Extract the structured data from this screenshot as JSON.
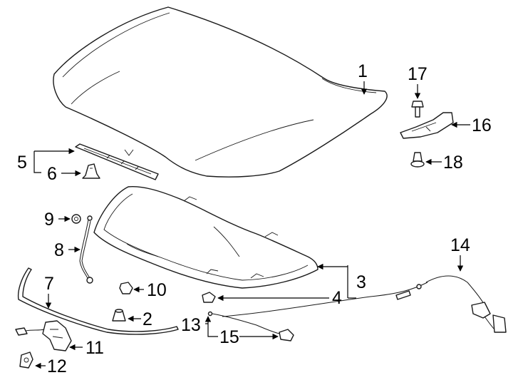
{
  "diagram": {
    "callouts": [
      {
        "key": "c1",
        "text": "1"
      },
      {
        "key": "c2",
        "text": "2"
      },
      {
        "key": "c3",
        "text": "3"
      },
      {
        "key": "c4",
        "text": "4"
      },
      {
        "key": "c5",
        "text": "5"
      },
      {
        "key": "c6",
        "text": "6"
      },
      {
        "key": "c7",
        "text": "7"
      },
      {
        "key": "c8",
        "text": "8"
      },
      {
        "key": "c9",
        "text": "9"
      },
      {
        "key": "c10",
        "text": "10"
      },
      {
        "key": "c11",
        "text": "11"
      },
      {
        "key": "c12",
        "text": "12"
      },
      {
        "key": "c13",
        "text": "13"
      },
      {
        "key": "c14",
        "text": "14"
      },
      {
        "key": "c15",
        "text": "15"
      },
      {
        "key": "c16",
        "text": "16"
      },
      {
        "key": "c17",
        "text": "17"
      },
      {
        "key": "c18",
        "text": "18"
      }
    ],
    "colors": {
      "line": "#1a1a1a",
      "background": "#ffffff"
    }
  }
}
